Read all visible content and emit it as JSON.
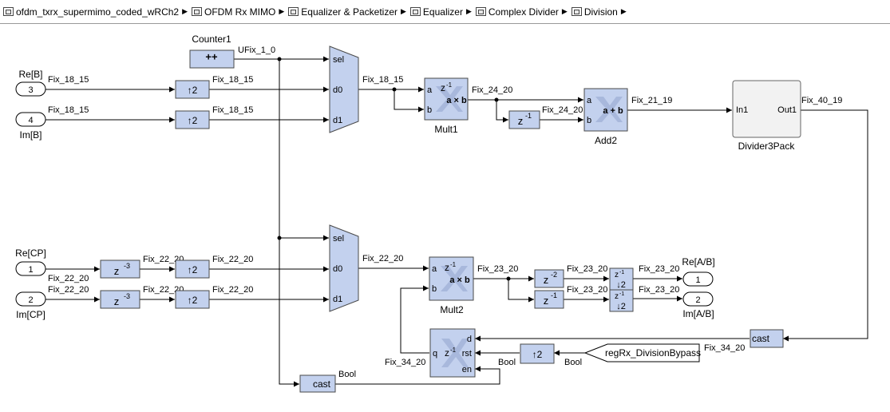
{
  "breadcrumb": [
    "ofdm_txrx_supermimo_coded_wRCh2",
    "OFDM Rx MIMO",
    "Equalizer & Packetizer",
    "Equalizer",
    "Complex Divider",
    "Division"
  ],
  "icons": {
    "subsystem": "subsystem-icon",
    "separator": "triangle-right-icon"
  },
  "colors": {
    "block_fill": "#c3d1ee",
    "block_border": "#4a4a4a",
    "wire": "#000000"
  },
  "ports_in": {
    "re_b": {
      "num": "3",
      "name": "Re[B]"
    },
    "im_b": {
      "num": "4",
      "name": "Im[B]"
    },
    "re_cp": {
      "num": "1",
      "name": "Re[CP]"
    },
    "im_cp": {
      "num": "2",
      "name": "Im[CP]"
    }
  },
  "ports_out": {
    "re_ab": {
      "num": "1",
      "name": "Re[A/B]"
    },
    "im_ab": {
      "num": "2",
      "name": "Im[A/B]"
    }
  },
  "goto": {
    "name": "regRx_DivisionBypass"
  },
  "blocks": {
    "counter1": {
      "name": "Counter1",
      "glyph": "++"
    },
    "mult1": {
      "name": "Mult1",
      "op": "a × b",
      "a": "a",
      "b": "b",
      "lat": "z",
      "latexp": "-1"
    },
    "mult2": {
      "name": "Mult2",
      "op": "a × b",
      "a": "a",
      "b": "b",
      "lat": "z",
      "latexp": "-1"
    },
    "add2": {
      "name": "Add2",
      "op": "a + b",
      "a": "a",
      "b": "b"
    },
    "divider": {
      "name": "Divider3Pack",
      "in": "In1",
      "out": "Out1"
    },
    "mux": {
      "sel": "sel",
      "d0": "d0",
      "d1": "d1"
    },
    "up": "↑2",
    "down": "↓2",
    "delay_z": "z",
    "delay_m1": "-1",
    "delay_m2": "-2",
    "delay_m3": "-3",
    "cast": "cast",
    "reg": {
      "q": "q",
      "d": "d",
      "rst": "rst",
      "en": "en",
      "lat": "z",
      "latexp": "-1"
    }
  },
  "signals": {
    "ufix_1_0": "UFix_1_0",
    "fix_18_15": "Fix_18_15",
    "fix_24_20": "Fix_24_20",
    "fix_21_19": "Fix_21_19",
    "fix_40_19": "Fix_40_19",
    "fix_22_20": "Fix_22_20",
    "fix_23_20": "Fix_23_20",
    "fix_34_20": "Fix_34_20",
    "bool": "Bool"
  }
}
